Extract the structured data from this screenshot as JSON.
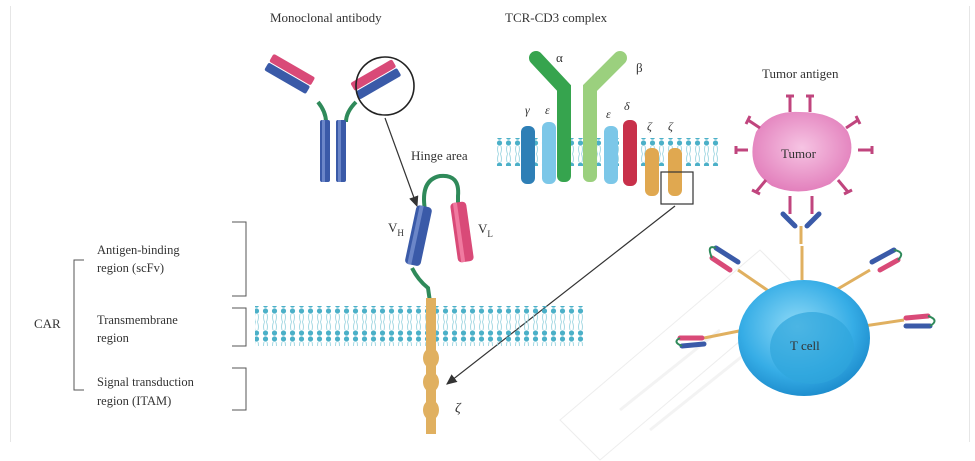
{
  "titles": {
    "monoclonal": "Monoclonal antibody",
    "tcr": "TCR-CD3 complex",
    "tumor_antigen": "Tumor antigen",
    "hinge": "Hinge area"
  },
  "chains": {
    "alpha": "α",
    "beta": "β",
    "gamma": "γ",
    "epsilon_left": "ε",
    "epsilon_right": "ε",
    "delta": "δ",
    "zeta_1": "ζ",
    "zeta_2": "ζ",
    "zeta_car": "ζ"
  },
  "domains": {
    "vh_main": "V",
    "vh_sub": "H",
    "vl_main": "V",
    "vl_sub": "L"
  },
  "regions": {
    "car": "CAR",
    "antigen_binding_1": "Antigen-binding",
    "antigen_binding_2": "region (scFv)",
    "transmembrane_1": "Transmembrane",
    "transmembrane_2": "region",
    "signal_1": "Signal transduction",
    "signal_2": "region (ITAM)"
  },
  "cells": {
    "tumor": "Tumor",
    "tcell": "T cell"
  },
  "colors": {
    "heavy_chain": "#3a5aa8",
    "light_chain": "#d94a78",
    "linker": "#2f8a5a",
    "membrane": "#4bb0c8",
    "zeta": "#e0b060",
    "tumor": "#e88fc4",
    "tcell": "#39b3e8"
  }
}
